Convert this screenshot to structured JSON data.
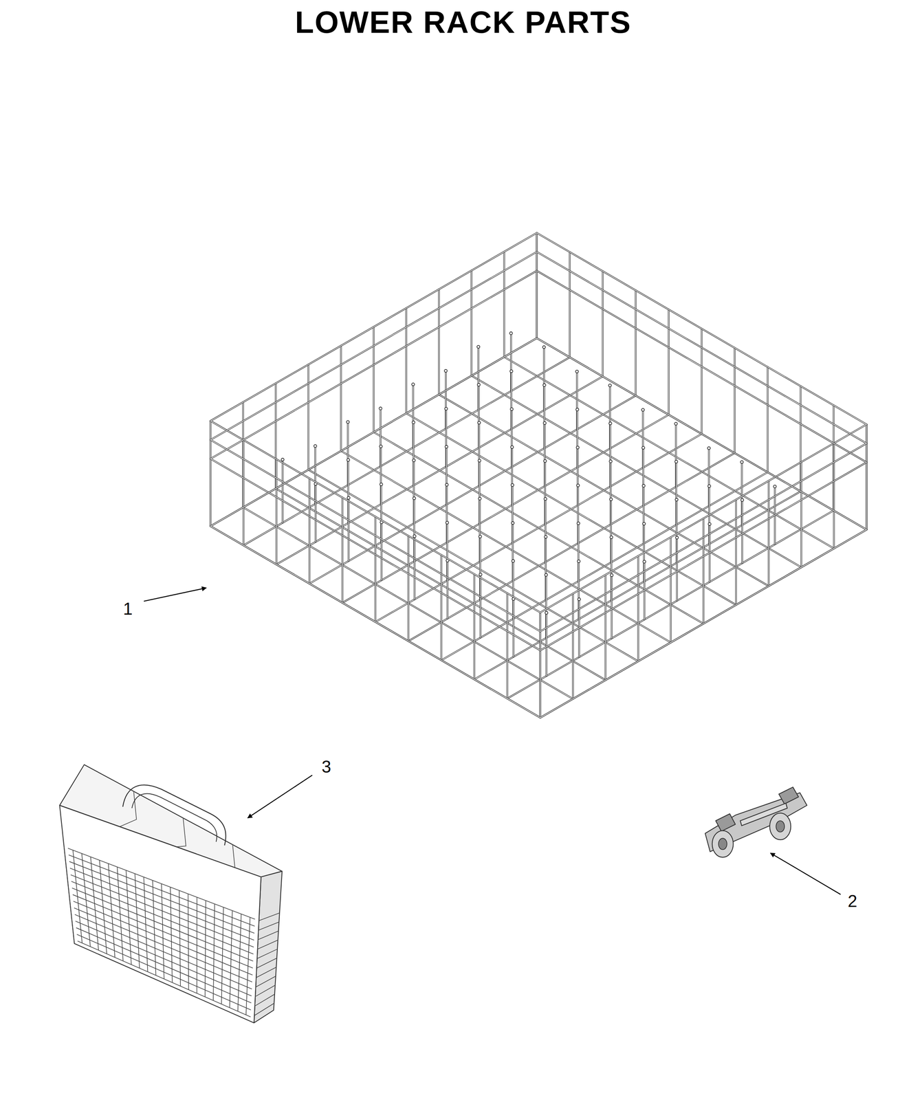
{
  "diagram": {
    "title": "LOWER RACK PARTS",
    "labels": [
      "1",
      "3",
      "2"
    ]
  }
}
